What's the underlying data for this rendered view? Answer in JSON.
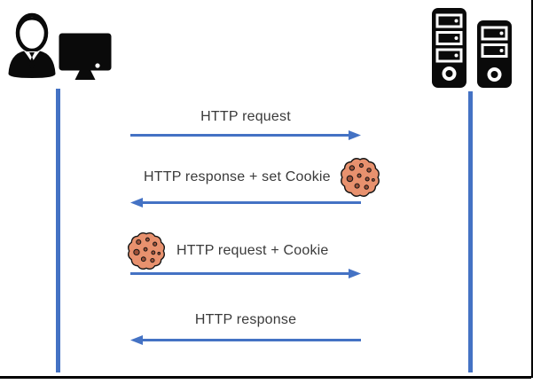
{
  "diagram": {
    "type": "sequence",
    "topic": "HTTP request/response with cookies between a client and servers",
    "actors": {
      "client": {
        "icons": [
          "user-icon",
          "monitor-icon"
        ]
      },
      "server": {
        "icons": [
          "server-tower-icon",
          "server-tower-icon"
        ]
      }
    },
    "messages": [
      {
        "label": "HTTP request",
        "direction": "right",
        "cookie_icon": false
      },
      {
        "label": "HTTP response + set Cookie",
        "direction": "left",
        "cookie_icon": true,
        "cookie_position": "after-label"
      },
      {
        "label": "HTTP request + Cookie",
        "direction": "right",
        "cookie_icon": true,
        "cookie_position": "before-label"
      },
      {
        "label": "HTTP response",
        "direction": "left",
        "cookie_icon": false
      }
    ],
    "colors": {
      "arrow_blue": "#4472C4",
      "lifeline_blue": "#4472C4",
      "text": "#3a3a3a",
      "icon_black": "#0a0a0a",
      "cookie_body": "#E8916E",
      "cookie_chip": "#9C5038",
      "frame_border": "#000000",
      "background": "#FFFFFF"
    }
  }
}
